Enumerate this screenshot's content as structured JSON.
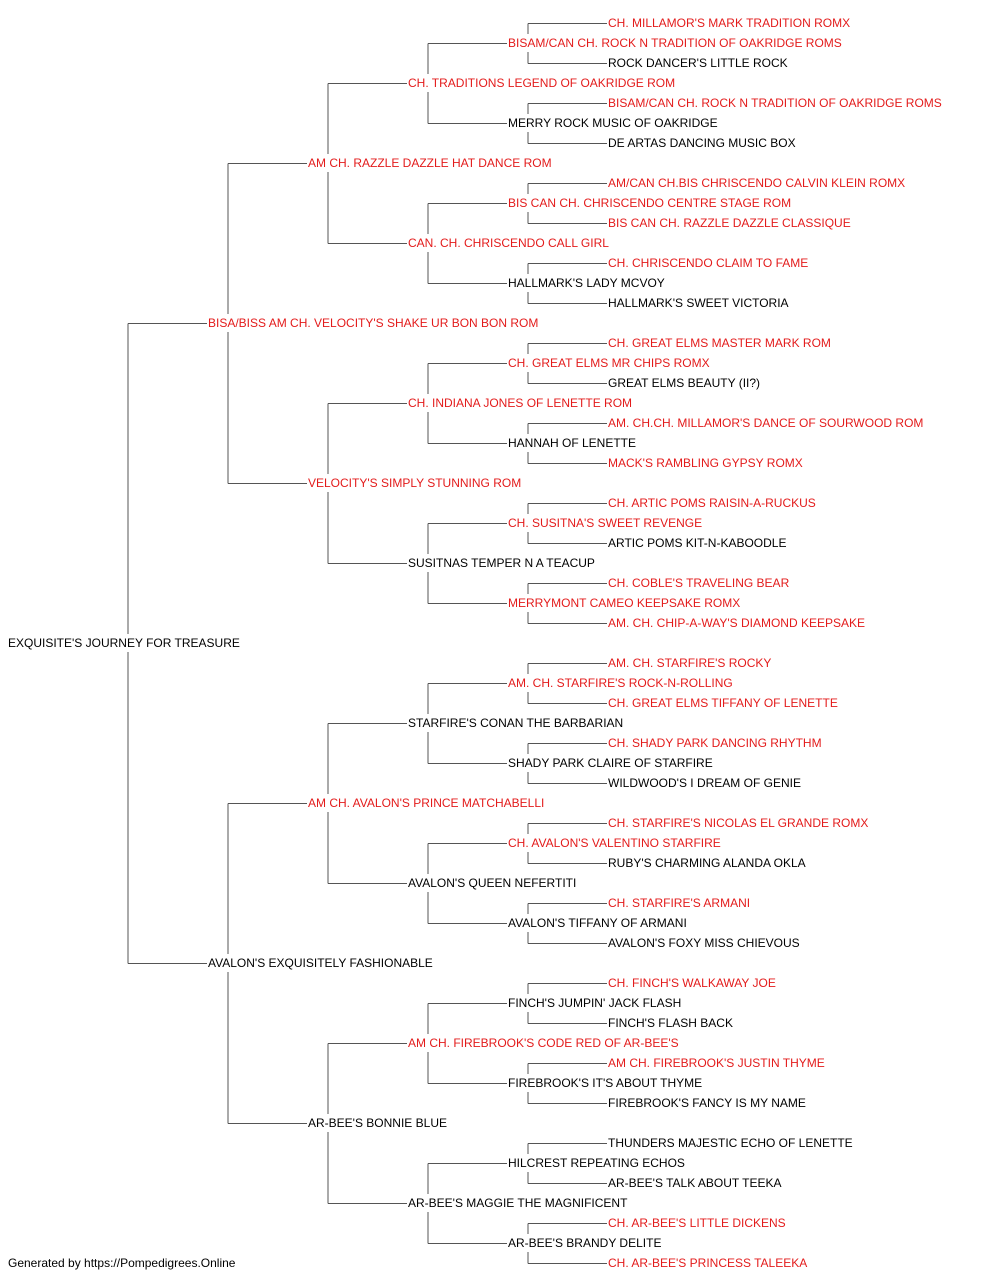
{
  "colors": {
    "champion": "#e31b1b",
    "normal": "#000000",
    "line": "#555555"
  },
  "footer": "Generated by https://Pompedigrees.Online",
  "pedigree": {
    "name": "EXQUISITE'S JOURNEY FOR TREASURE",
    "ch": false,
    "sire": {
      "name": "BISA/BISS AM CH. VELOCITY'S SHAKE UR BON BON ROM",
      "ch": true,
      "sire": {
        "name": "AM CH. RAZZLE DAZZLE HAT DANCE ROM",
        "ch": true,
        "sire": {
          "name": "CH. TRADITIONS LEGEND OF OAKRIDGE ROM",
          "ch": true,
          "sire": {
            "name": "BISAM/CAN CH. ROCK N TRADITION OF OAKRIDGE ROMS",
            "ch": true,
            "sire": {
              "name": "CH. MILLAMOR'S MARK TRADITION ROMX",
              "ch": true
            },
            "dam": {
              "name": "ROCK DANCER'S LITTLE ROCK",
              "ch": false
            }
          },
          "dam": {
            "name": "MERRY ROCK MUSIC OF OAKRIDGE",
            "ch": false,
            "sire": {
              "name": "BISAM/CAN CH. ROCK N TRADITION OF OAKRIDGE ROMS",
              "ch": true
            },
            "dam": {
              "name": "DE ARTAS DANCING MUSIC BOX",
              "ch": false
            }
          }
        },
        "dam": {
          "name": "CAN. CH. CHRISCENDO CALL GIRL",
          "ch": true,
          "sire": {
            "name": "BIS CAN CH. CHRISCENDO CENTRE STAGE ROM",
            "ch": true,
            "sire": {
              "name": "AM/CAN CH.BIS CHRISCENDO CALVIN KLEIN ROMX",
              "ch": true
            },
            "dam": {
              "name": "BIS CAN CH. RAZZLE DAZZLE CLASSIQUE",
              "ch": true
            }
          },
          "dam": {
            "name": "HALLMARK'S LADY MCVOY",
            "ch": false,
            "sire": {
              "name": "CH. CHRISCENDO CLAIM TO FAME",
              "ch": true
            },
            "dam": {
              "name": "HALLMARK'S SWEET VICTORIA",
              "ch": false
            }
          }
        }
      },
      "dam": {
        "name": "VELOCITY'S SIMPLY STUNNING ROM",
        "ch": true,
        "sire": {
          "name": "CH. INDIANA JONES OF LENETTE ROM",
          "ch": true,
          "sire": {
            "name": "CH. GREAT ELMS MR CHIPS ROMX",
            "ch": true,
            "sire": {
              "name": "CH. GREAT ELMS MASTER MARK ROM",
              "ch": true
            },
            "dam": {
              "name": "GREAT ELMS BEAUTY (II?)",
              "ch": false
            }
          },
          "dam": {
            "name": "HANNAH OF LENETTE",
            "ch": false,
            "sire": {
              "name": "AM. CH.CH. MILLAMOR'S DANCE OF SOURWOOD ROM",
              "ch": true
            },
            "dam": {
              "name": "MACK'S RAMBLING GYPSY ROMX",
              "ch": true
            }
          }
        },
        "dam": {
          "name": "SUSITNAS TEMPER N A TEACUP",
          "ch": false,
          "sire": {
            "name": "CH. SUSITNA'S SWEET REVENGE",
            "ch": true,
            "sire": {
              "name": "CH. ARTIC POMS RAISIN-A-RUCKUS",
              "ch": true
            },
            "dam": {
              "name": "ARTIC POMS KIT-N-KABOODLE",
              "ch": false
            }
          },
          "dam": {
            "name": "MERRYMONT CAMEO KEEPSAKE ROMX",
            "ch": true,
            "sire": {
              "name": "CH. COBLE'S TRAVELING BEAR",
              "ch": true
            },
            "dam": {
              "name": "AM. CH. CHIP-A-WAY'S DIAMOND KEEPSAKE",
              "ch": true
            }
          }
        }
      }
    },
    "dam": {
      "name": "AVALON'S EXQUISITELY FASHIONABLE",
      "ch": false,
      "sire": {
        "name": "AM CH. AVALON'S PRINCE MATCHABELLI",
        "ch": true,
        "sire": {
          "name": "STARFIRE'S CONAN THE BARBARIAN",
          "ch": false,
          "sire": {
            "name": "AM. CH. STARFIRE'S ROCK-N-ROLLING",
            "ch": true,
            "sire": {
              "name": "AM. CH. STARFIRE'S ROCKY",
              "ch": true
            },
            "dam": {
              "name": "CH. GREAT ELMS TIFFANY OF LENETTE",
              "ch": true
            }
          },
          "dam": {
            "name": "SHADY PARK CLAIRE OF STARFIRE",
            "ch": false,
            "sire": {
              "name": "CH. SHADY PARK DANCING RHYTHM",
              "ch": true
            },
            "dam": {
              "name": "WILDWOOD'S I DREAM OF GENIE",
              "ch": false
            }
          }
        },
        "dam": {
          "name": "AVALON'S QUEEN NEFERTITI",
          "ch": false,
          "sire": {
            "name": "CH. AVALON'S VALENTINO STARFIRE",
            "ch": true,
            "sire": {
              "name": "CH. STARFIRE'S NICOLAS EL GRANDE ROMX",
              "ch": true
            },
            "dam": {
              "name": "RUBY'S CHARMING ALANDA OKLA",
              "ch": false
            }
          },
          "dam": {
            "name": "AVALON'S TIFFANY OF ARMANI",
            "ch": false,
            "sire": {
              "name": "CH. STARFIRE'S ARMANI",
              "ch": true
            },
            "dam": {
              "name": "AVALON'S FOXY MISS CHIEVOUS",
              "ch": false
            }
          }
        }
      },
      "dam": {
        "name": "AR-BEE'S BONNIE BLUE",
        "ch": false,
        "sire": {
          "name": "AM CH. FIREBROOK'S CODE RED OF AR-BEE'S",
          "ch": true,
          "sire": {
            "name": "FINCH'S JUMPIN' JACK FLASH",
            "ch": false,
            "sire": {
              "name": "CH. FINCH'S WALKAWAY JOE",
              "ch": true
            },
            "dam": {
              "name": "FINCH'S FLASH BACK",
              "ch": false
            }
          },
          "dam": {
            "name": "FIREBROOK'S IT'S ABOUT THYME",
            "ch": false,
            "sire": {
              "name": "AM CH. FIREBROOK'S JUSTIN THYME",
              "ch": true
            },
            "dam": {
              "name": "FIREBROOK'S FANCY IS MY NAME",
              "ch": false
            }
          }
        },
        "dam": {
          "name": "AR-BEE'S MAGGIE THE MAGNIFICENT",
          "ch": false,
          "sire": {
            "name": "HILCREST REPEATING ECHOS",
            "ch": false,
            "sire": {
              "name": "THUNDERS MAJESTIC ECHO OF LENETTE",
              "ch": false
            },
            "dam": {
              "name": "AR-BEE'S TALK ABOUT TEEKA",
              "ch": false
            }
          },
          "dam": {
            "name": "AR-BEE'S BRANDY DELITE",
            "ch": false,
            "sire": {
              "name": "CH. AR-BEE'S LITTLE DICKENS",
              "ch": true
            },
            "dam": {
              "name": "CH. AR-BEE'S PRINCESS TALEEKA",
              "ch": true
            }
          }
        }
      }
    }
  }
}
